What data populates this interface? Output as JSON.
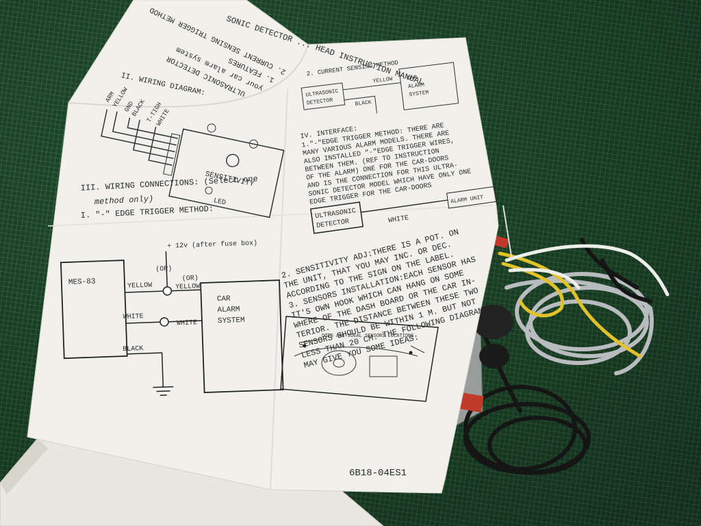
{
  "sheet": {
    "header": "SONIC DETECTOR ... HEAD INSTRUCTION MANUAL",
    "intro_lines": [
      "ULTRASONIC DETECTOR",
      "your car alarm system",
      "1. FEATURES",
      "2. CURRENT SENSING TRIGGER METHOD"
    ],
    "wiring_diagram_title": "II. WIRING DIAGRAM:",
    "wire_labels": [
      "ARM",
      "YELLOW",
      "GND",
      "BLACK",
      "T-TIGH",
      "WHITE"
    ],
    "sensitivity_label": "SENSITIVITY",
    "led_label": "LED",
    "connections_title": "III. WIRING CONNECTIONS: (Select one",
    "connections_subtitle": "method only)",
    "edge_trigger_title": "I. \"-\" EDGE TRIGGER METHOD:",
    "fuse_label": "+ 12v (after fuse box)",
    "or_label_1": "(OR)",
    "or_label_2": "(OR)",
    "mes_label": "MES-83",
    "yellow_label_1": "YELLOW",
    "yellow_label_2": "YELLOW",
    "white_label_1": "WHITE",
    "white_label_2": "WHITE",
    "black_label": "BLACK",
    "car_alarm_box": [
      "CAR",
      "ALARM",
      "SYSTEM"
    ],
    "current_sensing_title": "2. CURRENT SENSING METHOD",
    "ultrasonic_detector_small": [
      "ULTRASONIC",
      "DETECTOR"
    ],
    "car_alarm_small": [
      "CAR",
      "ALARM",
      "SYSTEM"
    ],
    "small_yellow": "YELLOW",
    "small_black": "BLACK",
    "interface_title": "IV. INTERFACE:",
    "interface_lines": [
      "1.\"-\"EDGE TRIGGER METHOD: THERE ARE",
      "MANY VARIOUS ALARM MODELS. THERE ARE",
      "ALSO INSTALLED \"-\"EDGE TRIGGER WIRES,",
      "BETWEEN THEM. (REF TO INSTRUCTION",
      "OF THE ALARM) ONE FOR THE CAR-DOORS",
      "AND IS THE CONNECTION FOR THIS ULTRA-",
      "SONIC DETECTOR MODEL WHICH HAVE ONLY ONE",
      "EDGE TRIGGER FOR THE CAR-DOORS"
    ],
    "ultrasonic_detector_box": [
      "ULTRASONIC",
      "DETECTOR"
    ],
    "white_label_3": "WHITE",
    "alarm_unit_label": "ALARM UNIT",
    "sensitivity_lines": [
      "2. SENSITIVITY ADJ:THERE IS A POT. ON",
      "THE UNIT, THAT YOU MAY INC. OR DEC.",
      "ACCORDING TO THE SIGN ON THE LABEL.",
      "3. SENSORS INSTALLATION:EACH SENSOR HAS",
      "IT'S OWN HOOK WHICH CAN HANG ON SOME",
      "WHERE OF THE DASH BOARD OR THE CAR IN-",
      "TERIOR. THE DISTANCE BETWEEN THESE TWO",
      "SENSORS SHOULD BE WITHIN 1 M. BUT NOT",
      "LESS THAN 20 CM. THE FOLLOWING DIAGRAM",
      "MAY GIVE YOU SOME IDEAS:"
    ],
    "dots_caption": "DOTS ARE IDEAL SENSORS LOCATIONS",
    "doc_code": "6B18-04ES1"
  },
  "colors": {
    "mat": "#1f4a2c",
    "paper": "#f1f0eb",
    "ink": "#2b2b2b",
    "wire_yellow": "#e2c22a",
    "wire_white": "#eeeeea",
    "wire_grey": "#b9bcbf",
    "wire_black": "#151515",
    "wire_red": "#c0392b"
  }
}
